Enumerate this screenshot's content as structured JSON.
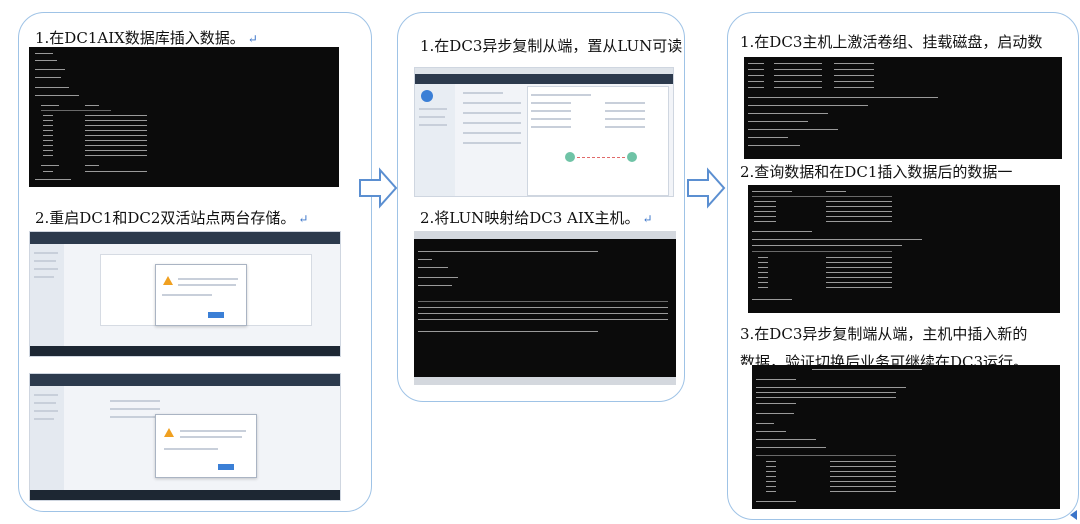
{
  "panel1": {
    "step1_caption": "1.在DC1AIX数据库插入数据。",
    "step2_caption": "2.重启DC1和DC2双活站点两台存储。"
  },
  "panel2": {
    "step1_caption": "1.在DC3异步复制从端，置从LUN可读",
    "step2_caption": "2.将LUN映射给DC3 AIX主机。"
  },
  "panel3": {
    "step1_caption": "1.在DC3主机上激活卷组、挂载磁盘，启动数",
    "step2_caption": "2.查询数据和在DC1插入数据后的数据一",
    "step3_caption_line1": "3.在DC3异步复制端从端，主机中插入新的",
    "step3_caption_line2": "数据，验证切换后业务可继续在DC3运行。"
  },
  "return_mark": "↵",
  "colors": {
    "panel_border": "#9fc3e6",
    "arrow": "#5b8fd1",
    "terminal_bg": "#0b0b0b",
    "return_mark": "#3a74c9"
  }
}
